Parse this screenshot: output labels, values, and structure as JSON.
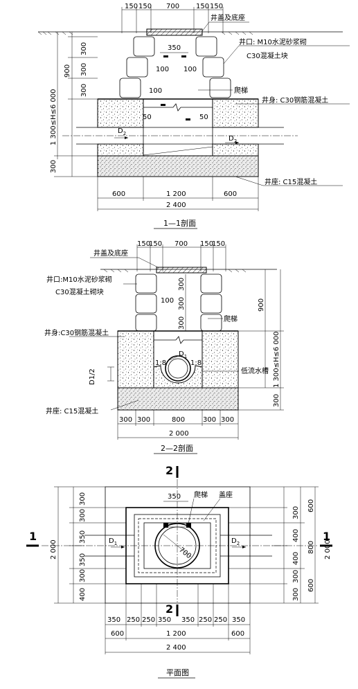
{
  "colors": {
    "ink": "#000000",
    "paper": "#ffffff",
    "concrete_fill": "#d9d9d9"
  },
  "section1": {
    "title": "1—1剖面",
    "label_cover": "井盖及底座",
    "label_neck_1": "井口: M10水泥砂浆砌",
    "label_neck_2": "C30混凝土块",
    "label_ladder": "爬梯",
    "label_body": "井身: C30钢筋混凝土",
    "label_base": "井座: C15混凝土",
    "top_dims": [
      "150",
      "150",
      "700",
      "150",
      "150"
    ],
    "dim_350": "350",
    "dim_100a": "100",
    "dim_100b": "100",
    "dim_100c": "100",
    "dim_50a": "50",
    "dim_50b": "50",
    "left_dims": [
      "300",
      "300",
      "300"
    ],
    "dim_900": "900",
    "dim_h": "1 300≤H≤6 000",
    "dim_300_bottom": "300",
    "pipe_d2_a": "D",
    "pipe_d2_a_sub": "2",
    "pipe_d2_b": "D",
    "pipe_d2_b_sub": "2",
    "bottom_dims": [
      "600",
      "1 200",
      "600"
    ],
    "total_dim": "2 400"
  },
  "section2": {
    "title": "2—2剖面",
    "label_cover": "井盖及底座",
    "label_neck_1": "井口:M10水泥砂浆砌",
    "label_neck_2": "C30混凝土砌块",
    "label_ladder": "爬梯",
    "label_body": "井身:C30钢筋混凝土",
    "label_channel": "低流水槽",
    "label_base": "井座: C15混凝土",
    "top_dims": [
      "150",
      "150",
      "700",
      "150",
      "150"
    ],
    "dim_100": "100",
    "right_dims": [
      "300",
      "300",
      "300"
    ],
    "dim_900": "900",
    "dim_h": "1 300≤H≤6 000",
    "dim_300_bottom": "300",
    "slope_left": "1:8",
    "slope_right": "1:8",
    "pipe_d1": "D",
    "pipe_d1_sub": "1",
    "dim_d1_half": "D",
    "dim_d1_half_tail": "1/2",
    "bottom_dims": [
      "300",
      "300",
      "800",
      "300",
      "300"
    ],
    "total_dim": "2 000"
  },
  "plan": {
    "title": "平面图",
    "section_mark_1": "1",
    "section_mark_2": "2",
    "dim_350": "350",
    "label_ladder": "爬梯",
    "label_cover": "盖座",
    "dim_700": "700",
    "pipe_d1": "D",
    "pipe_d1_sub": "1",
    "pipe_d2": "D",
    "pipe_d2_sub": "2",
    "left_dims": [
      "300",
      "300",
      "350",
      "350",
      "300",
      "400"
    ],
    "left_total": "2 000",
    "right_dims_inner": [
      "300",
      "400",
      "400",
      "300"
    ],
    "right_dims_mid": [
      "600",
      "800",
      "600"
    ],
    "right_total": "2 000",
    "right_extra": "300",
    "bottom_dims_fine": [
      "350",
      "250",
      "250",
      "350",
      "350",
      "250",
      "250",
      "350"
    ],
    "bottom_dims_mid": [
      "600",
      "1 200",
      "600"
    ],
    "total_dim": "2 400"
  }
}
